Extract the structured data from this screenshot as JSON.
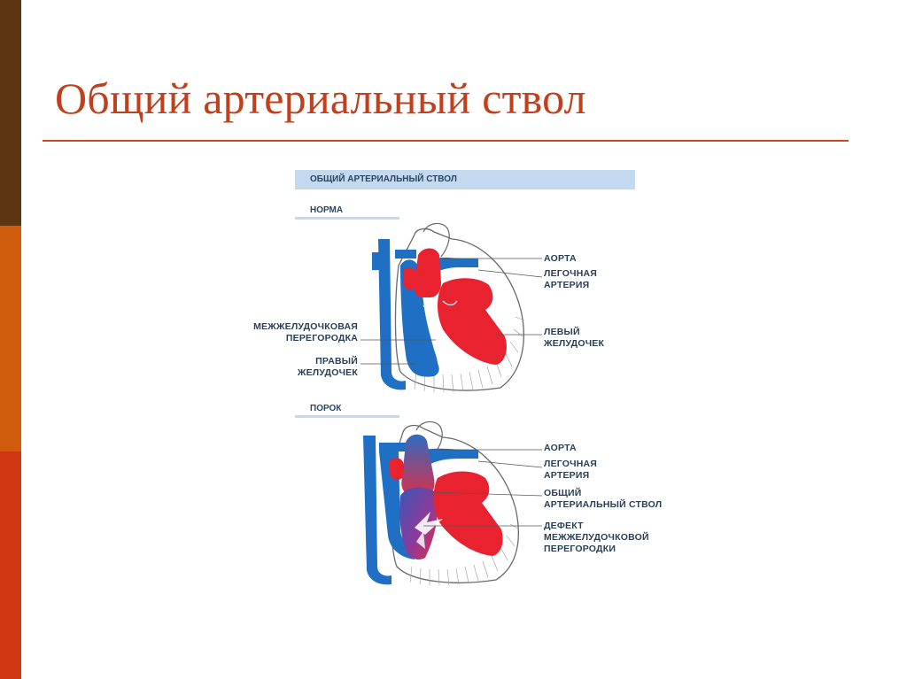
{
  "slide": {
    "title": "Общий артериальный ствол"
  },
  "figure": {
    "header": "ОБЩИЙ АРТЕРИАЛЬНЫЙ СТВОЛ",
    "normal": {
      "label": "НОРМА",
      "annotations": {
        "aorta": "АОРТА",
        "pulmonary_artery": "ЛЕГОЧНАЯ\nАРТЕРИЯ",
        "left_ventricle": "ЛЕВЫЙ\nЖЕЛУДОЧЕК",
        "septum": "МЕЖЖЕЛУДОЧКОВАЯ\nПЕРЕГОРОДКА",
        "right_ventricle": "ПРАВЫЙ\nЖЕЛУДОЧЕК"
      }
    },
    "defect": {
      "label": "ПОРОК",
      "annotations": {
        "aorta": "АОРТА",
        "pulmonary_artery": "ЛЕГОЧНАЯ\nАРТЕРИЯ",
        "common_trunk": "ОБЩИЙ\nАРТЕРИАЛЬНЫЙ СТВОЛ",
        "septal_defect": "ДЕФЕКТ\nМЕЖЖЕЛУДОЧКОВОЙ\nПЕРЕГОРОДКИ"
      }
    }
  },
  "colors": {
    "oxygenated": "#e8232f",
    "deoxygenated": "#1f6fc4",
    "mixed": "#7a3d9a",
    "title": "#c0401e",
    "label_text": "#2a4662",
    "header_fill": "#c2d9f0"
  }
}
